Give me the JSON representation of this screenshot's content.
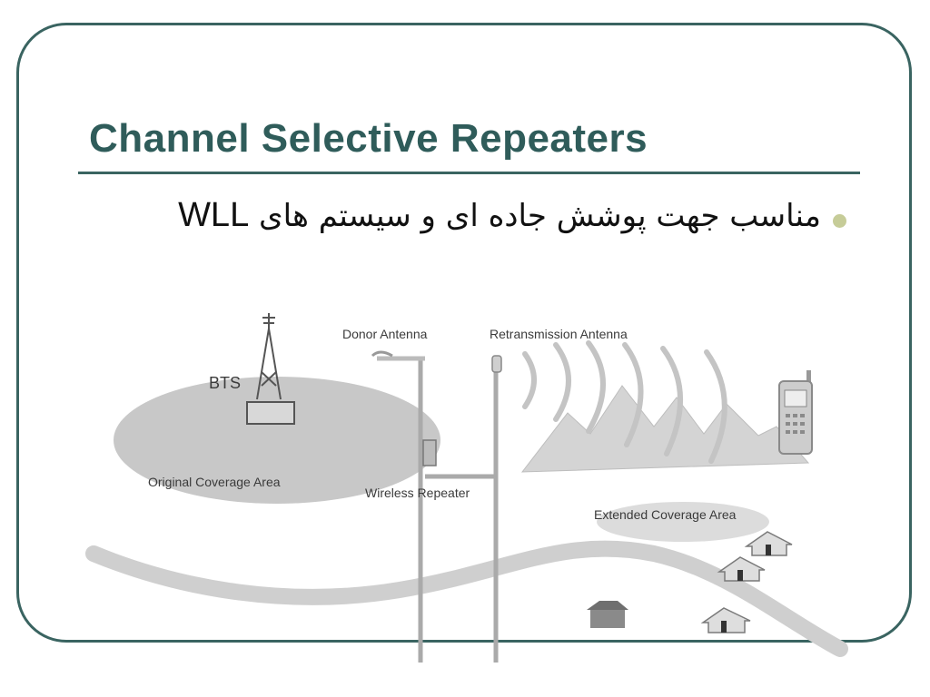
{
  "slide": {
    "title": "Channel Selective Repeaters",
    "bullet": {
      "text_rtl": "مناسب جهت پوشش جاده ای و سیستم های",
      "text_latin": "WLL"
    }
  },
  "diagram": {
    "labels": {
      "bts": "BTS",
      "donor_antenna": "Donor Antenna",
      "retransmission_antenna": "Retransmission Antenna",
      "original_coverage": "Original Coverage Area",
      "wireless_repeater": "Wireless Repeater",
      "extended_coverage": "Extended Coverage Area"
    }
  },
  "colors": {
    "accent": "#3a6461",
    "title": "#2f5c5a",
    "bullet": "#c6cc98"
  }
}
